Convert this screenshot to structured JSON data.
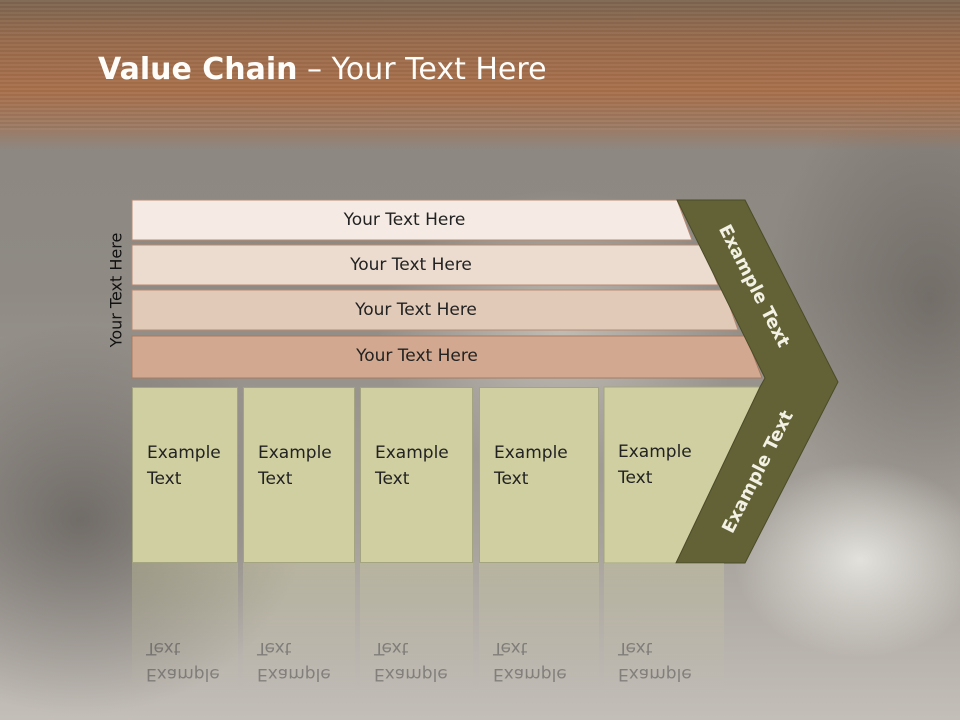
{
  "slide": {
    "title_bold": "Value Chain",
    "title_rest": " – Your Text Here"
  },
  "side_label": "Your Text Here",
  "bands": [
    {
      "label": "Your Text Here",
      "color": "#f5ebe4"
    },
    {
      "label": "Your Text Here",
      "color": "#ecdcd0"
    },
    {
      "label": "Your Text Here",
      "color": "#e2cab9"
    },
    {
      "label": "Your Text Here",
      "color": "#d2a990"
    }
  ],
  "boxes": [
    {
      "line1": "Example",
      "line2": "Text"
    },
    {
      "line1": "Example",
      "line2": "Text"
    },
    {
      "line1": "Example",
      "line2": "Text"
    },
    {
      "line1": "Example",
      "line2": "Text"
    },
    {
      "line1": "Example",
      "line2": "Text"
    }
  ],
  "chevron": {
    "upper_label": "Example Text",
    "lower_label": "Example Text",
    "color": "#626236"
  }
}
